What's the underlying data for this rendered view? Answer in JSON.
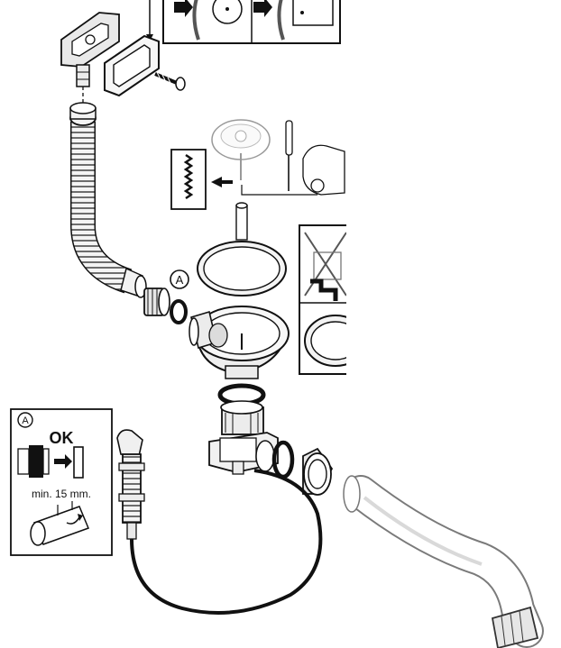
{
  "callout_letter": "A",
  "inset": {
    "letter": "A",
    "ok_label": "OK",
    "min_label": "min. 15 mm."
  },
  "colors": {
    "line": "#1a1a1a",
    "part_fill": "#f2f2f2",
    "shade": "#bdbdbd",
    "cable": "#111111"
  }
}
